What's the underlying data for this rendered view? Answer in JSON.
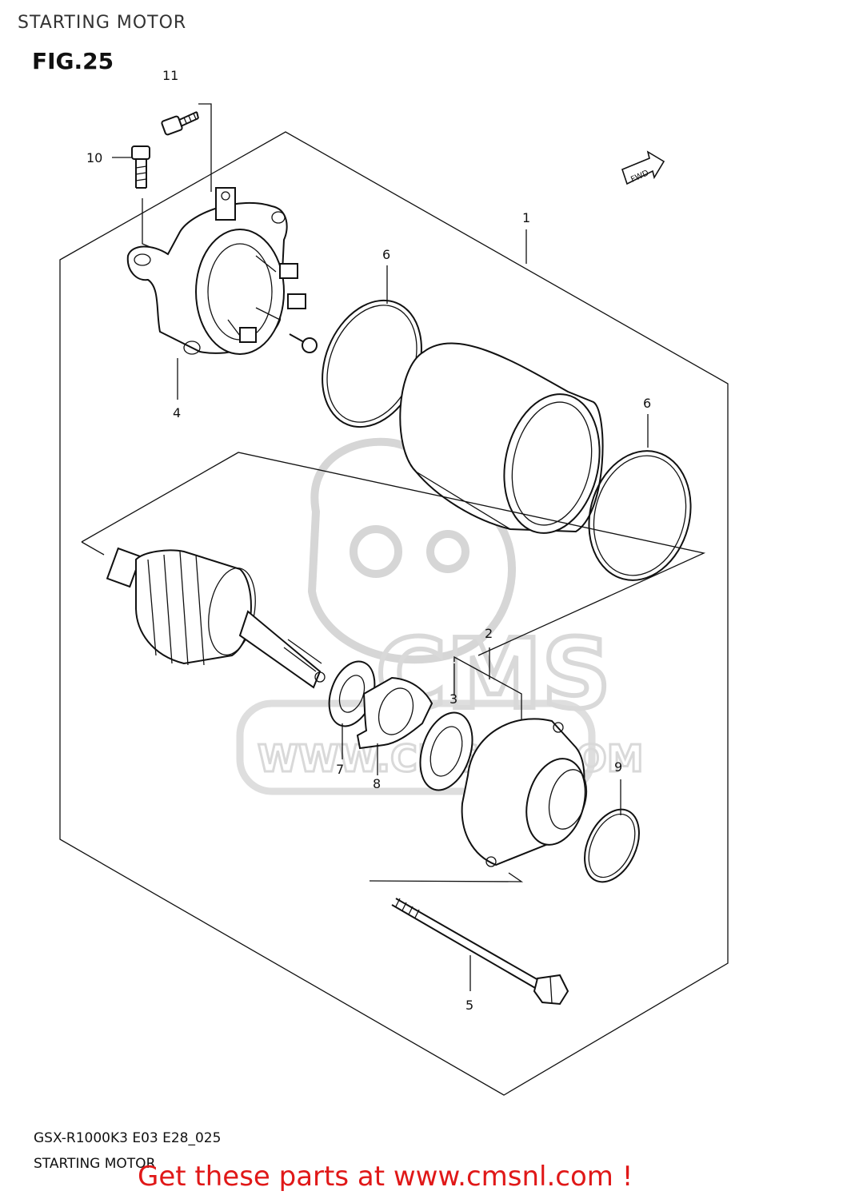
{
  "header": {
    "title": "STARTING MOTOR",
    "figure": "FIG.25"
  },
  "badge": {
    "fwd": "FWD"
  },
  "watermark": {
    "brand": "CMS",
    "url": "WWW.CMSNL.COM"
  },
  "callouts": [
    {
      "id": "1"
    },
    {
      "id": "2"
    },
    {
      "id": "3"
    },
    {
      "id": "4"
    },
    {
      "id": "5"
    },
    {
      "id": "6"
    },
    {
      "id": "6"
    },
    {
      "id": "7"
    },
    {
      "id": "8"
    },
    {
      "id": "9"
    },
    {
      "id": "10"
    },
    {
      "id": "11"
    }
  ],
  "footer": {
    "model_code": "GSX-R1000K3 E03 E28_025",
    "title": "STARTING MOTOR",
    "cta": "Get these parts at www.cmsnl.com !"
  },
  "colors": {
    "cta": "#e01818",
    "line": "#111111",
    "watermark": "#d6d6d6"
  }
}
